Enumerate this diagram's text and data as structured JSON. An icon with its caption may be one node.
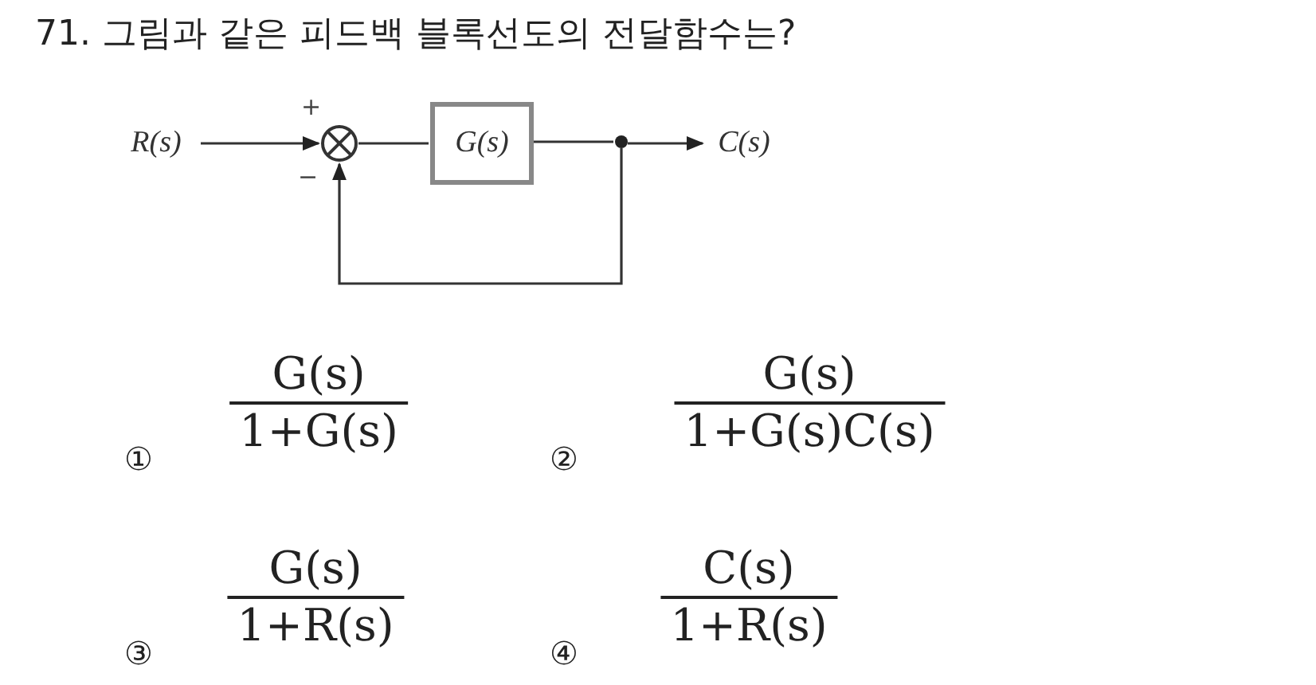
{
  "diagram": {
    "title": "71. 그림과 같은 피드백 블록선도의 전달함수는?",
    "nodes": [
      {
        "text": [
          "R(s)"
        ]
      },
      {
        "text": [],
        "shape": "circle",
        "beside": [
          "+",
          "−"
        ]
      },
      {
        "text": [
          "G(s)"
        ]
      },
      {
        "text": [],
        "shape": "dot"
      },
      {
        "text": [
          "C(s)"
        ]
      }
    ],
    "edges": [
      {
        "from": 0,
        "to": 1,
        "arrow": "to"
      },
      {
        "from": 1,
        "to": 2,
        "arrow": "none"
      },
      {
        "from": 2,
        "to": 3,
        "arrow": "none"
      },
      {
        "from": 3,
        "to": 4,
        "arrow": "to"
      },
      {
        "from": 3,
        "to": 1,
        "arrow": "to"
      }
    ],
    "labels": [
      "①",
      "G(s)",
      "1+G(s)",
      "②",
      "G(s)",
      "1+G(s)C(s)",
      "③",
      "G(s)",
      "1+R(s)",
      "④",
      "C(s)",
      "1+R(s)"
    ]
  }
}
